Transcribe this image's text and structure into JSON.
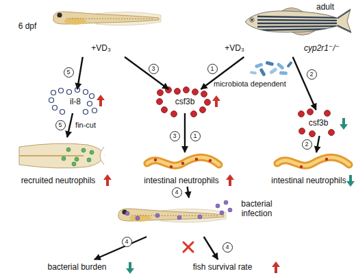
{
  "diagram": {
    "nodes": [
      {
        "text": [
          "6 dpf",
          "+VD₃"
        ]
      },
      {
        "text": [
          "adult",
          "+VD₃",
          "cyp2r1⁻/⁻"
        ]
      },
      {
        "text": [
          "il-8"
        ]
      },
      {
        "text": [
          "csf3b"
        ]
      },
      {
        "text": [
          "csf3b"
        ]
      },
      {
        "text": [
          "recruited neutrophils"
        ]
      },
      {
        "text": [
          "intestinal neutrophils"
        ]
      },
      {
        "text": [
          "intestinal neutrophils"
        ]
      },
      {
        "text": [
          "bacterial infection"
        ]
      },
      {
        "text": [
          "bacterial burden"
        ]
      },
      {
        "text": [
          "fish survival rate"
        ]
      }
    ],
    "edges": [
      {
        "from": 0,
        "to": 2,
        "arrow": "to"
      },
      {
        "from": 0,
        "to": 3,
        "arrow": "to"
      },
      {
        "from": 1,
        "to": 3,
        "arrow": "to"
      },
      {
        "from": 1,
        "to": 4,
        "arrow": "to"
      },
      {
        "from": 2,
        "to": 5,
        "label": "fin-cut",
        "arrow": "to"
      },
      {
        "from": 3,
        "to": 6,
        "arrow": "to"
      },
      {
        "from": 4,
        "to": 7,
        "arrow": "to"
      },
      {
        "from": 6,
        "to": 8,
        "arrow": "to"
      },
      {
        "from": 8,
        "to": 9,
        "arrow": "to"
      },
      {
        "from": 8,
        "to": 10,
        "arrow": "to"
      }
    ],
    "labels": [
      "5",
      "3",
      "1",
      "microbiota dependent",
      "2",
      "5",
      "3",
      "1",
      "2",
      "4",
      "4",
      "4"
    ]
  }
}
